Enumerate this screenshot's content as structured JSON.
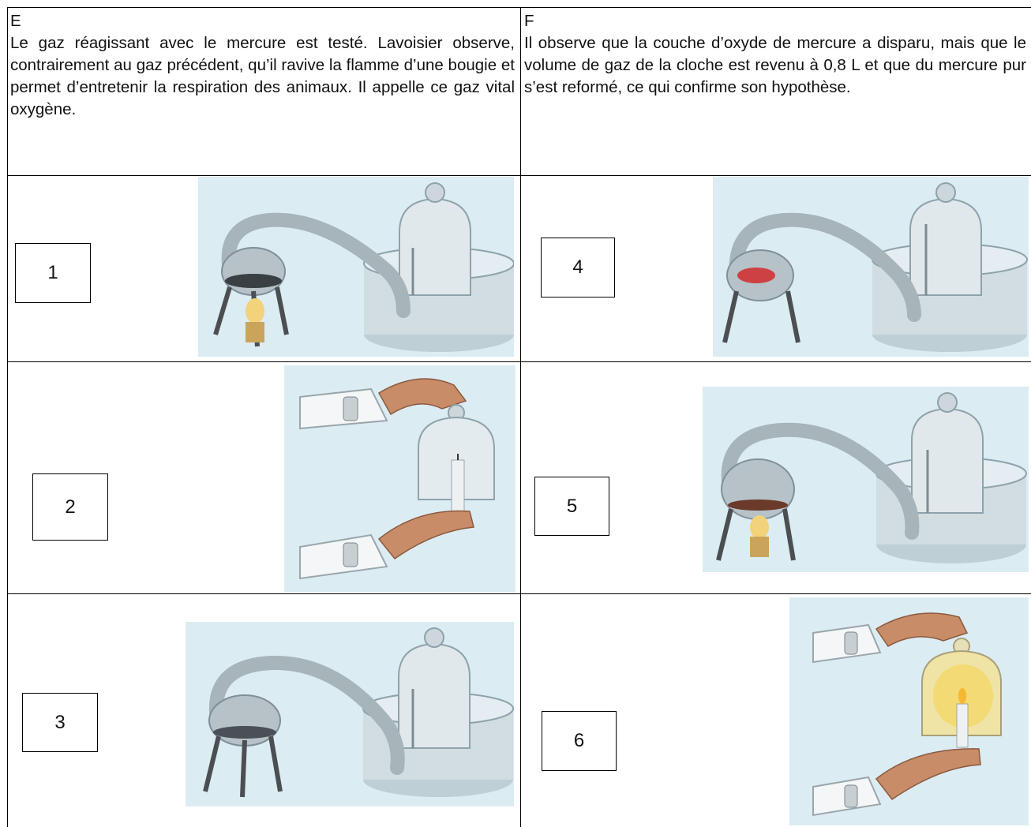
{
  "top_row": {
    "left": {
      "letter": "E",
      "text": "Le gaz réagissant avec le mercure est testé. Lavoisier observe, contrairement au gaz précédent, qu’il ravive la flamme d’une bougie et permet d’entretenir la respiration des animaux. Il appelle ce gaz vital oxygène."
    },
    "right": {
      "letter": "F",
      "text": "Il observe que la couche d’oxyde de mercure a disparu, mais que le volume de gaz de la cloche est revenu à 0,8 L et que du mercure pur s’est reformé, ce qui confirme son hypothèse."
    }
  },
  "panels": [
    {
      "number": "1",
      "scene": "retort-apparatus-heated"
    },
    {
      "number": "2",
      "scene": "bell-jar-candle-unlit"
    },
    {
      "number": "3",
      "scene": "retort-apparatus-cold"
    },
    {
      "number": "4",
      "scene": "retort-apparatus-red-oxide"
    },
    {
      "number": "5",
      "scene": "retort-apparatus-heated"
    },
    {
      "number": "6",
      "scene": "bell-jar-candle-lit"
    }
  ],
  "colors": {
    "illustration_bg": "#dcecf3",
    "glass": "#c9d3d8",
    "mercury_oxide": "#d22a2a",
    "flame": "#f5d24a"
  }
}
